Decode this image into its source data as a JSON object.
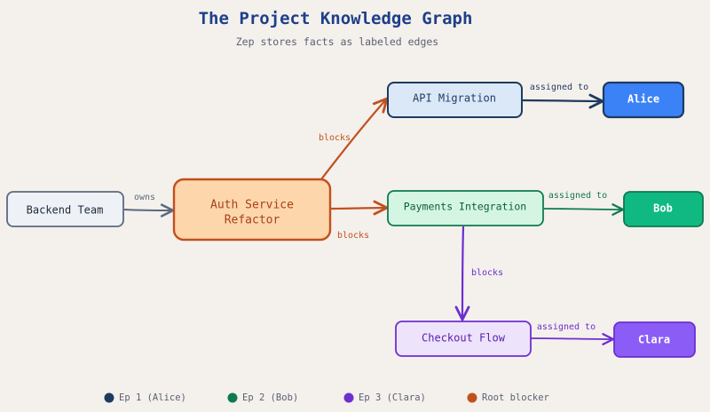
{
  "title": "The Project Knowledge Graph",
  "subtitle": "Zep stores facts as labeled edges",
  "colors": {
    "ep1": "#1e3a5f",
    "ep2": "#0e7a52",
    "ep3": "#6d2fd0",
    "root": "#c2501c",
    "neutral": "#5a6a80",
    "background": "#f4f0ec"
  },
  "nodes": {
    "backend_team": "Backend Team",
    "auth_line1": "Auth Service",
    "auth_line2": "Refactor",
    "api_migration": "API Migration",
    "payments": "Payments Integration",
    "checkout": "Checkout Flow",
    "alice": "Alice",
    "bob": "Bob",
    "clara": "Clara"
  },
  "edges": {
    "owns": "owns",
    "blocks_api": "blocks",
    "blocks_payments": "blocks",
    "blocks_checkout": "blocks",
    "assigned_alice": "assigned to",
    "assigned_bob": "assigned to",
    "assigned_clara": "assigned to"
  },
  "legend": [
    {
      "label": "Ep 1 (Alice)",
      "color": "#1e3a5f"
    },
    {
      "label": "Ep 2 (Bob)",
      "color": "#0e7a52"
    },
    {
      "label": "Ep 3 (Clara)",
      "color": "#6d2fd0"
    },
    {
      "label": "Root blocker",
      "color": "#c2501c"
    }
  ]
}
